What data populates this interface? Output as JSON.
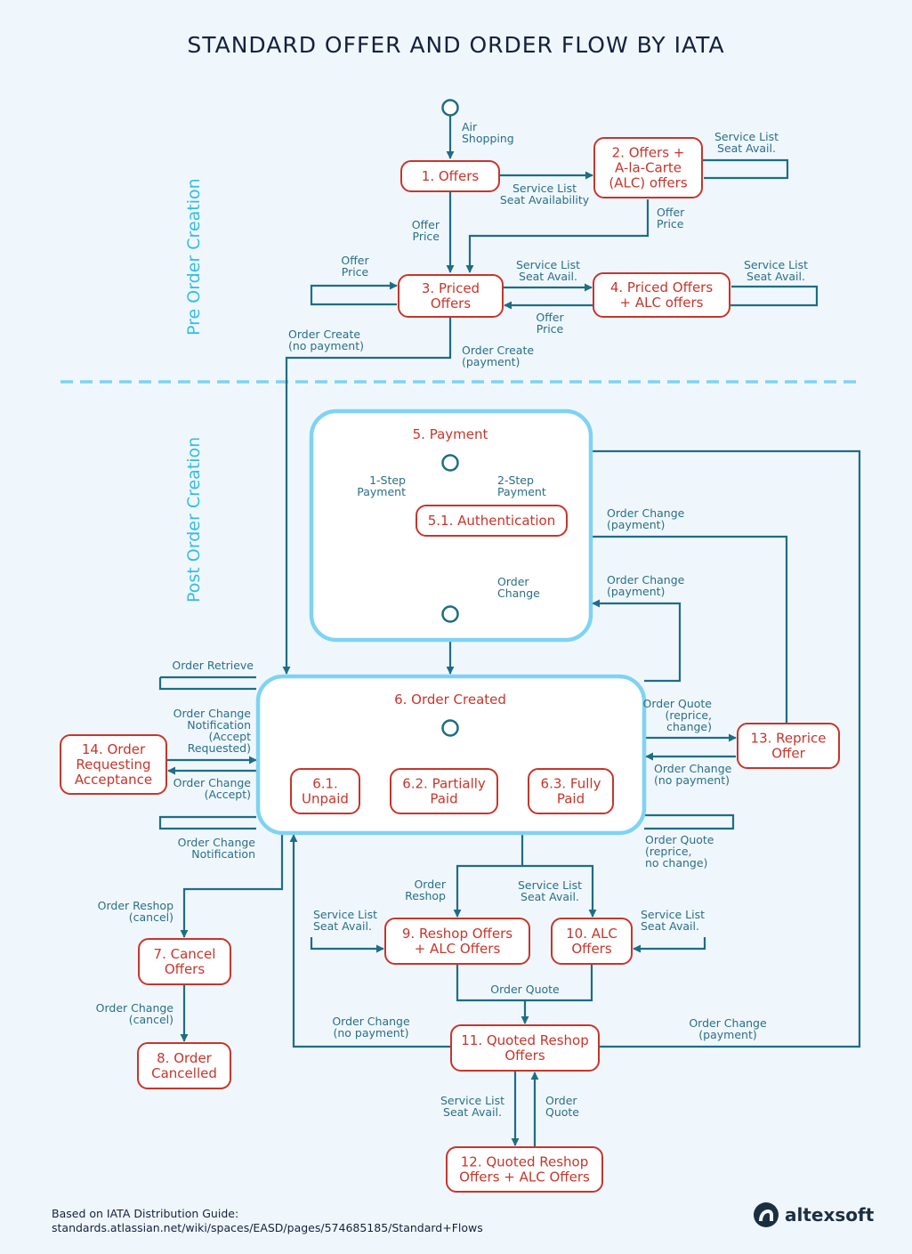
{
  "title": "STANDARD OFFER AND ORDER FLOW BY IATA",
  "sections": {
    "pre": "Pre Order Creation",
    "post": "Post Order Creation"
  },
  "footer": {
    "line1": "Based on IATA Distribution Guide:",
    "line2": "standards.atlassian.net/wiki/spaces/EASD/pages/574685185/Standard+Flows"
  },
  "brand": "altexsoft",
  "colors": {
    "line": "#1e6d85",
    "box": "#c8352b",
    "label": "#2a6f86",
    "big_box": "#7fd3f2",
    "section": "#33bde6",
    "background": "#f0f7fc"
  },
  "nodes": {
    "offers": [
      "1. Offers"
    ],
    "alc_offers": [
      "2. Offers +",
      "A-la-Carte",
      "(ALC) offers"
    ],
    "priced_offers": [
      "3. Priced",
      "Offers"
    ],
    "priced_alc": [
      "4. Priced Offers",
      "+ ALC offers"
    ],
    "payment": [
      "5. Payment"
    ],
    "authentication": [
      "5.1. Authentication"
    ],
    "order_created": [
      "6. Order Created"
    ],
    "unpaid": [
      "6.1.",
      "Unpaid"
    ],
    "partially_paid": [
      "6.2. Partially",
      "Paid"
    ],
    "fully_paid": [
      "6.3. Fully",
      "Paid"
    ],
    "cancel_offers": [
      "7. Cancel",
      "Offers"
    ],
    "order_cancelled": [
      "8. Order",
      "Cancelled"
    ],
    "reshop_offers": [
      "9. Reshop Offers",
      "+ ALC Offers"
    ],
    "alc_offers_10": [
      "10. ALC",
      "Offers"
    ],
    "quoted_reshop": [
      "11. Quoted Reshop",
      "Offers"
    ],
    "quoted_reshop_alc": [
      "12. Quoted Reshop",
      "Offers + ALC Offers"
    ],
    "reprice_offer": [
      "13. Reprice",
      "Offer"
    ],
    "requesting_acceptance": [
      "14. Order",
      "Requesting",
      "Acceptance"
    ]
  },
  "edge_labels": {
    "air_shopping": [
      "Air",
      "Shopping"
    ],
    "sl_sa_1_2": [
      "Service List",
      "Seat Availability"
    ],
    "sl_sa_2_loop": [
      "Service List",
      "Seat Avail."
    ],
    "offer_price_1_3": [
      "Offer",
      "Price"
    ],
    "offer_price_2_3": [
      "Offer",
      "Price"
    ],
    "offer_price_3_loop": [
      "Offer",
      "Price"
    ],
    "sl_sa_3_4": [
      "Service List",
      "Seat Avail."
    ],
    "offer_price_4_3": [
      "Offer",
      "Price"
    ],
    "sl_sa_4_loop": [
      "Service List",
      "Seat Avail."
    ],
    "order_create_no_payment": [
      "Order Create",
      "(no payment)"
    ],
    "order_create_payment": [
      "Order Create",
      "(payment)"
    ],
    "one_step_payment": [
      "1-Step",
      "Payment"
    ],
    "two_step_payment": [
      "2-Step",
      "Payment"
    ],
    "order_change_inner": [
      "Order",
      "Change"
    ],
    "order_change_payment_13": [
      "Order Change",
      "(payment)"
    ],
    "order_change_payment_6": [
      "Order Change",
      "(payment)"
    ],
    "order_retrieve": [
      "Order Retrieve"
    ],
    "oc_notification_accept": [
      "Order Change",
      "Notification",
      "(Accept",
      "Requested)"
    ],
    "order_change_accept": [
      "Order Change",
      "(Accept)"
    ],
    "oc_notification": [
      "Order Change",
      "Notification"
    ],
    "order_quote_reprice_change": [
      "Order Quote",
      "(reprice,",
      "change)"
    ],
    "order_change_no_payment_13": [
      "Order Change",
      "(no payment)"
    ],
    "order_quote_reprice_no_change": [
      "Order Quote",
      "(reprice,",
      "no change)"
    ],
    "order_reshop": [
      "Order",
      "Reshop"
    ],
    "sl_sa_6_10": [
      "Service List",
      "Seat Avail."
    ],
    "order_reshop_cancel": [
      "Order Reshop",
      "(cancel)"
    ],
    "order_change_cancel": [
      "Order Change",
      "(cancel)"
    ],
    "sl_sa_9_loop": [
      "Service List",
      "Seat Avail."
    ],
    "sl_sa_10_loop": [
      "Service List",
      "Seat Avail."
    ],
    "order_quote_11": [
      "Order Quote"
    ],
    "order_change_no_payment_11": [
      "Order Change",
      "(no payment)"
    ],
    "order_change_payment_11": [
      "Order Change",
      "(payment)"
    ],
    "sl_sa_11_12": [
      "Service List",
      "Seat Avail."
    ],
    "order_quote_12_11": [
      "Order",
      "Quote"
    ]
  }
}
